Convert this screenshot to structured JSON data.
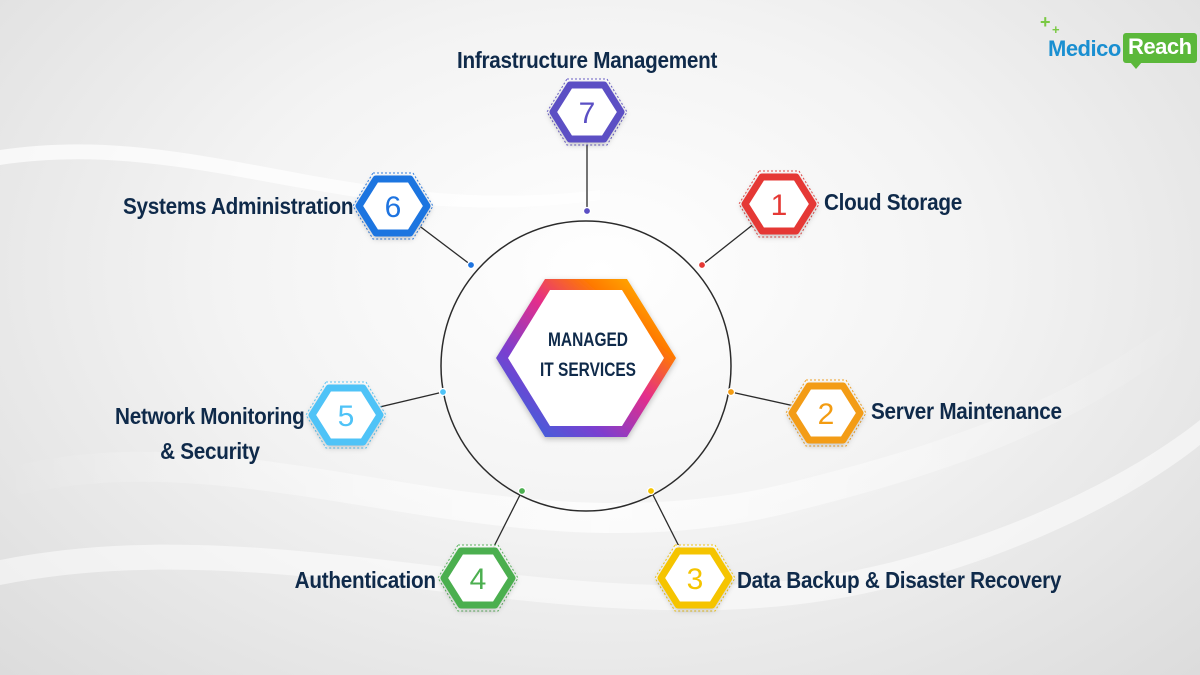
{
  "center": {
    "line1": "MANAGED",
    "line2": "IT SERVICES"
  },
  "logo": {
    "part1": "Medico",
    "part2": "Reach"
  },
  "nodes": [
    {
      "number": "1",
      "label": "Cloud Storage",
      "color": "#e53935"
    },
    {
      "number": "2",
      "label": "Server Maintenance",
      "color": "#f39c12"
    },
    {
      "number": "3",
      "label": "Data Backup & Disaster Recovery",
      "color": "#f5c400"
    },
    {
      "number": "4",
      "label": "Authentication",
      "color": "#4caf50"
    },
    {
      "number": "5",
      "label_line1": "Network Monitoring",
      "label_line2": "& Security",
      "color": "#4fc3f7"
    },
    {
      "number": "6",
      "label": "Systems Administration",
      "color": "#1e74e0"
    },
    {
      "number": "7",
      "label": "Infrastructure Management",
      "color": "#5b4fc4"
    }
  ]
}
